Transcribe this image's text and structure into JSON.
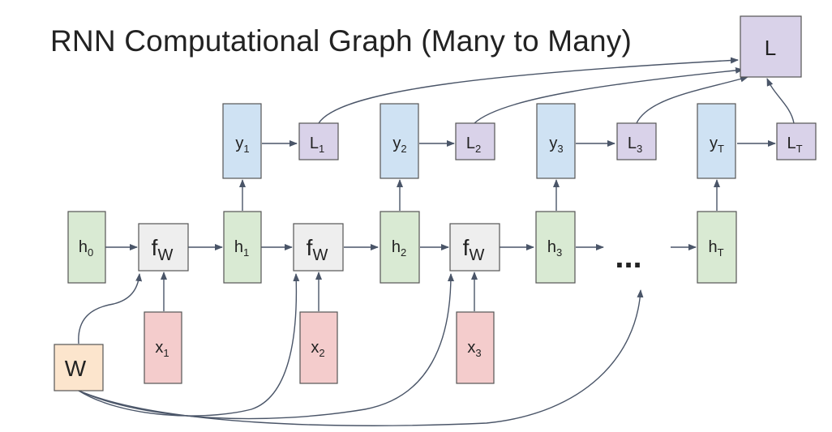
{
  "title": "RNN Computational Graph (Many to Many)",
  "nodes": {
    "L": {
      "label": "L"
    },
    "y1": {
      "main": "y",
      "sub": "1"
    },
    "y2": {
      "main": "y",
      "sub": "2"
    },
    "y3": {
      "main": "y",
      "sub": "3"
    },
    "yT": {
      "main": "y",
      "sub": "T"
    },
    "L1": {
      "main": "L",
      "sub": "1"
    },
    "L2": {
      "main": "L",
      "sub": "2"
    },
    "L3": {
      "main": "L",
      "sub": "3"
    },
    "LT": {
      "main": "L",
      "sub": "T"
    },
    "h0": {
      "main": "h",
      "sub": "0"
    },
    "h1": {
      "main": "h",
      "sub": "1"
    },
    "h2": {
      "main": "h",
      "sub": "2"
    },
    "h3": {
      "main": "h",
      "sub": "3"
    },
    "hT": {
      "main": "h",
      "sub": "T"
    },
    "f1": {
      "main": "f",
      "sub": "W"
    },
    "f2": {
      "main": "f",
      "sub": "W"
    },
    "f3": {
      "main": "f",
      "sub": "W"
    },
    "x1": {
      "main": "x",
      "sub": "1"
    },
    "x2": {
      "main": "x",
      "sub": "2"
    },
    "x3": {
      "main": "x",
      "sub": "3"
    },
    "W": {
      "label": "W"
    }
  },
  "ellipsis": "...",
  "colors": {
    "output": "#cfe2f3",
    "loss": "#d9d2e9",
    "hidden": "#d9ead3",
    "input": "#f4cccc",
    "function": "#eeeeee",
    "weights": "#fce5cd"
  }
}
